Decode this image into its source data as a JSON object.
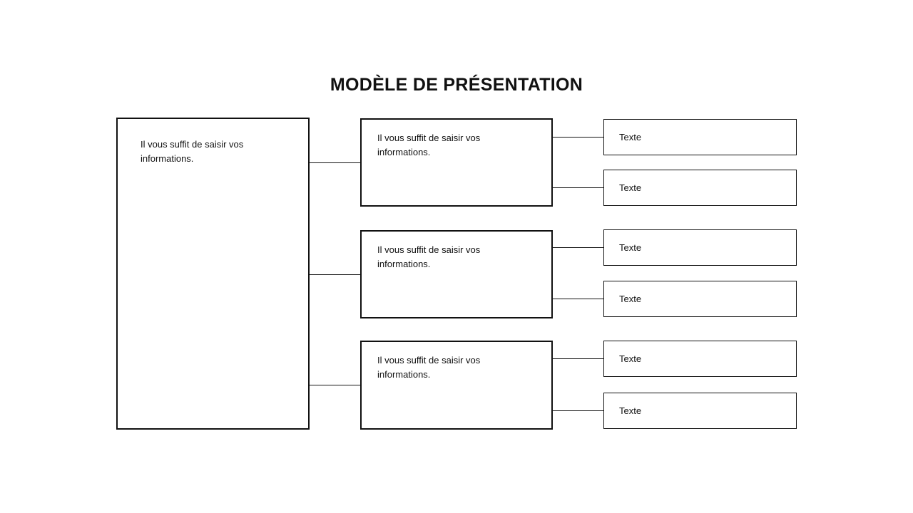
{
  "title": "MODÈLE DE PRÉSENTATION",
  "colors": {
    "background": "#ffffff",
    "border": "#111111",
    "text": "#111111"
  },
  "diagram": {
    "root": {
      "text": "Il vous suffit de saisir vos informations."
    },
    "branches": [
      {
        "text": "Il vous suffit de saisir vos informations.",
        "leaves": [
          {
            "label": "Texte"
          },
          {
            "label": "Texte"
          }
        ]
      },
      {
        "text": "Il vous suffit de saisir vos informations.",
        "leaves": [
          {
            "label": "Texte"
          },
          {
            "label": "Texte"
          }
        ]
      },
      {
        "text": "Il vous suffit de saisir vos informations.",
        "leaves": [
          {
            "label": "Texte"
          },
          {
            "label": "Texte"
          }
        ]
      }
    ]
  }
}
